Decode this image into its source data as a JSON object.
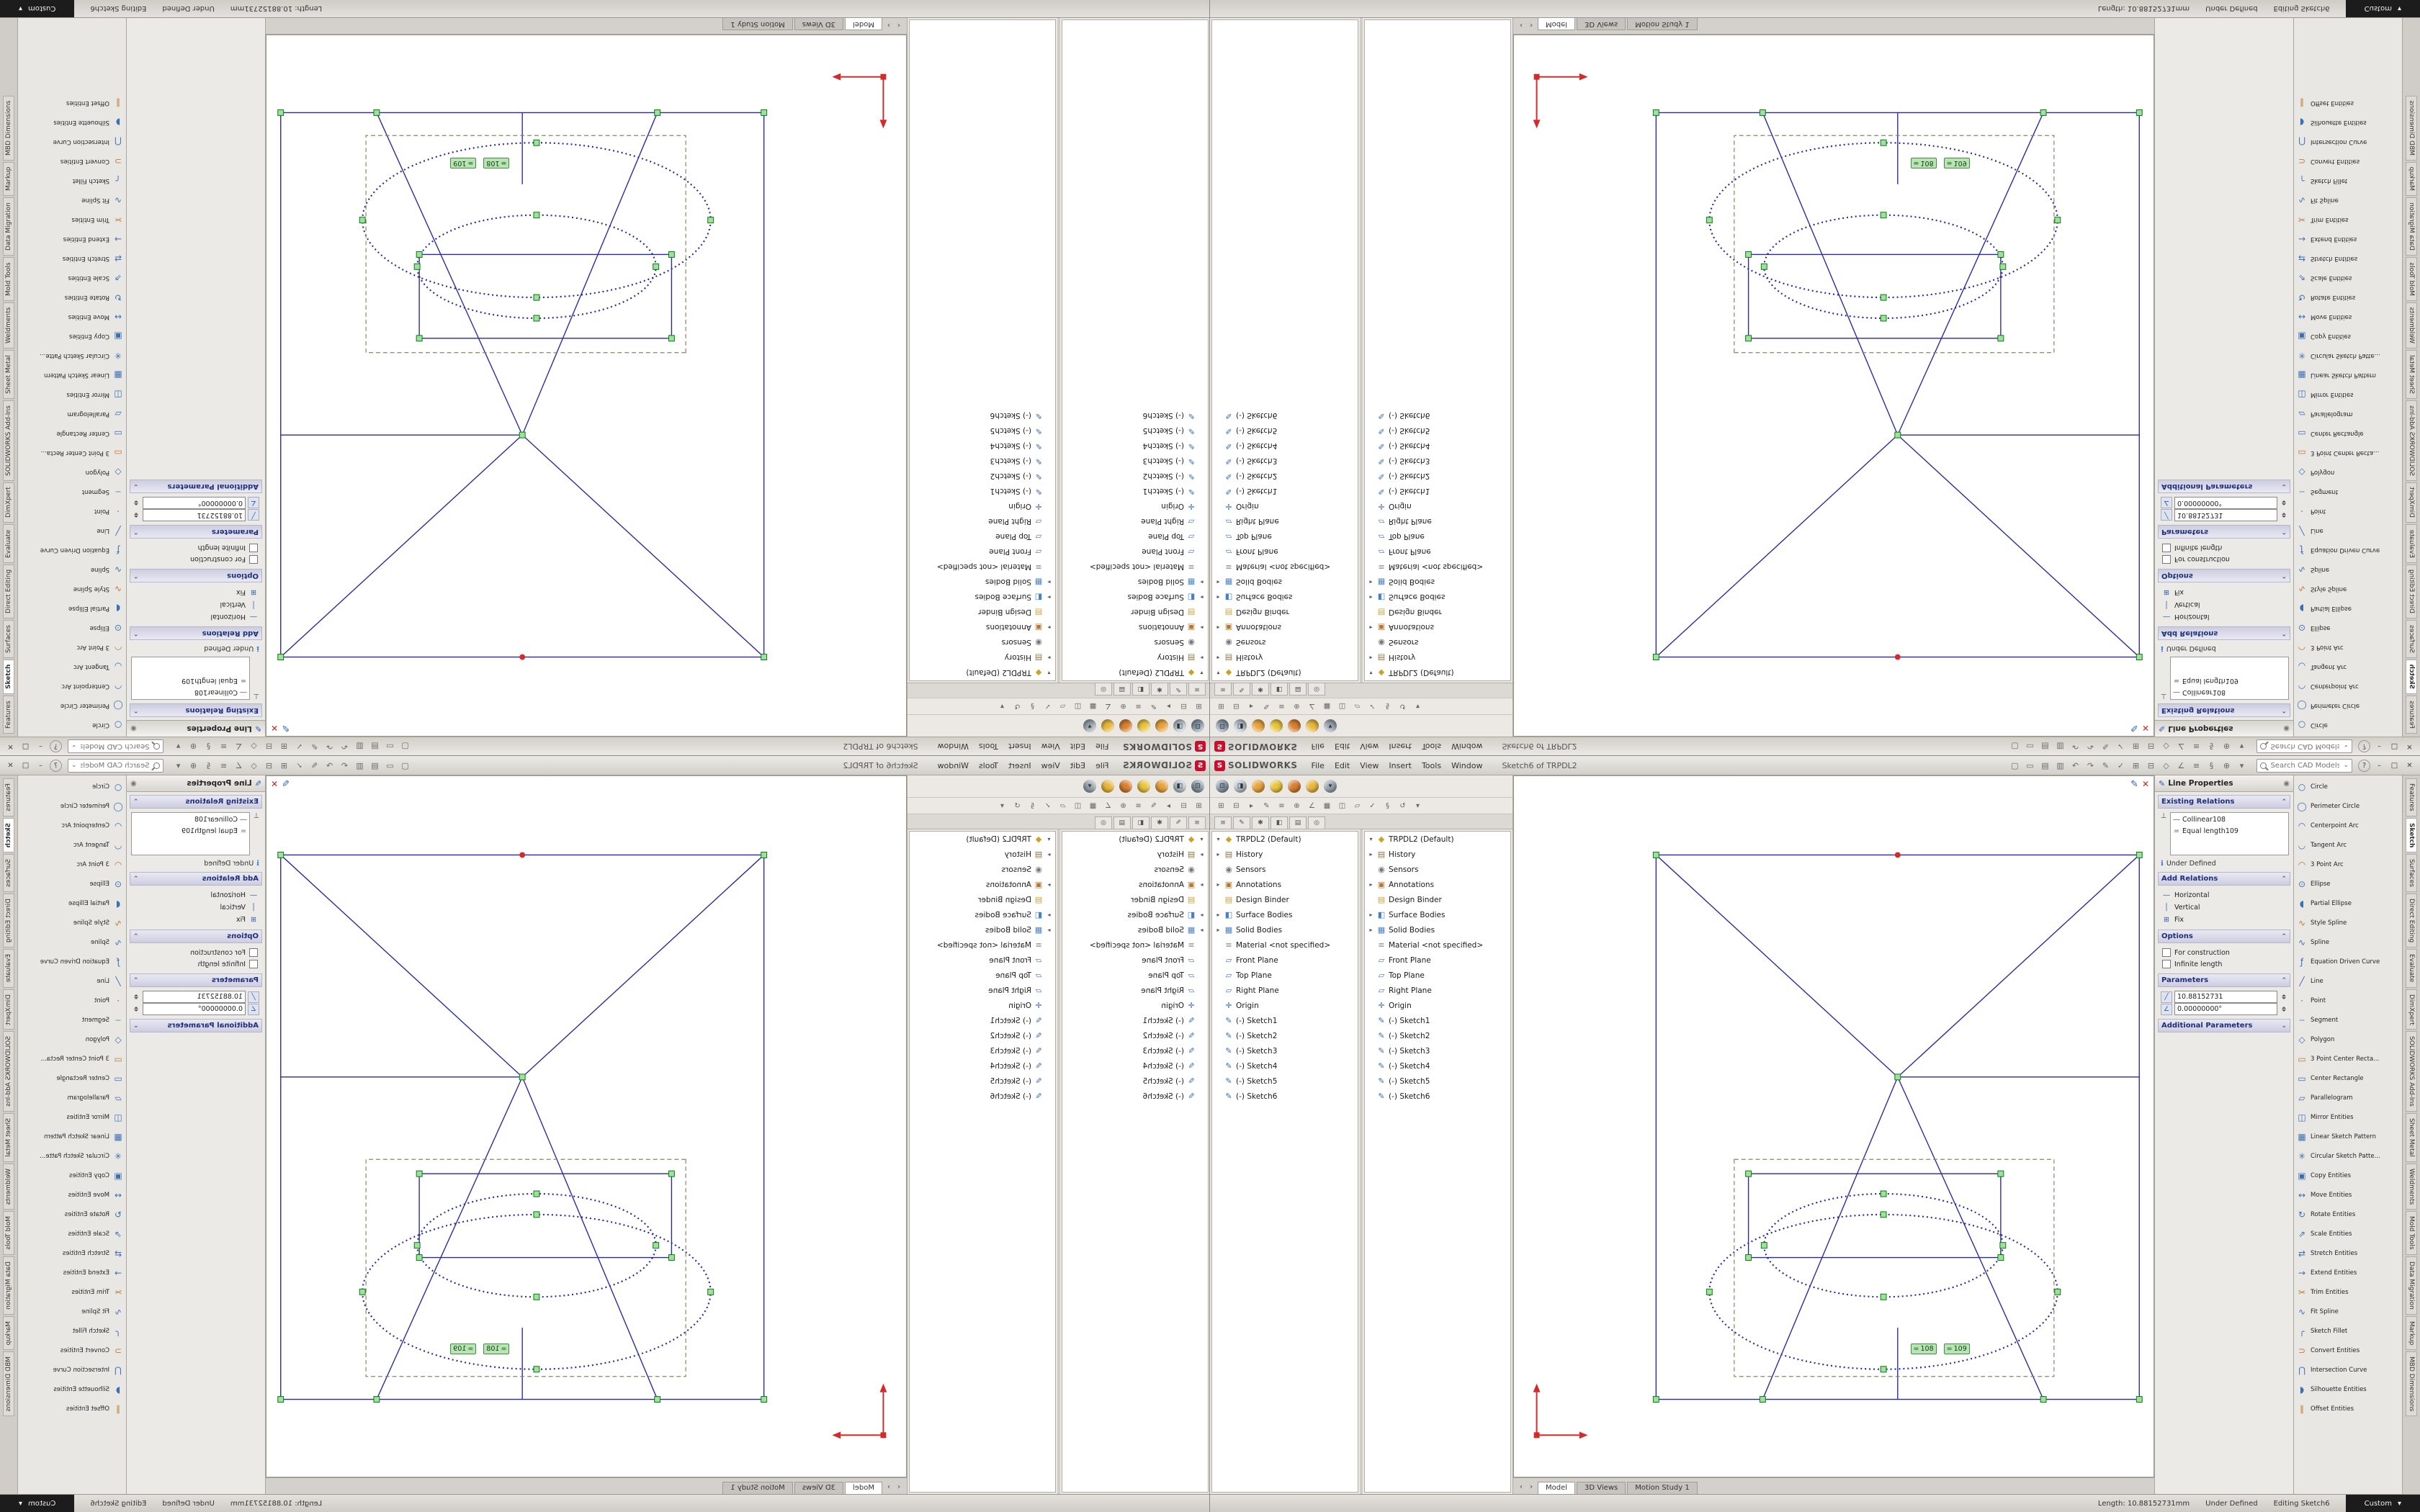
{
  "colors": {
    "accent_red": "#c8102e",
    "sketch_line": "#2b2ba0",
    "handle_green": "#00a14b",
    "badge_bg": "#b9e4b4",
    "badge_border": "#3f8f3f",
    "origin_red": "#d42a2a",
    "dash_brown": "#8f8360",
    "section_text": "#1d2f7c"
  },
  "window": {
    "logo": "SOLIDWORKS",
    "logo_mark": "S",
    "title": "Sketch6 of TRPDL2",
    "menus": [
      "File",
      "Edit",
      "View",
      "Insert",
      "Tools",
      "Window"
    ],
    "menu_icons": [
      {
        "glyph": "▢"
      },
      {
        "glyph": "▭"
      },
      {
        "glyph": "▤"
      },
      {
        "glyph": "▥"
      },
      {
        "glyph": "↶"
      },
      {
        "glyph": "↷"
      },
      {
        "glyph": "✎"
      },
      {
        "glyph": "✓"
      },
      {
        "glyph": "⊞"
      },
      {
        "glyph": "⊟"
      },
      {
        "glyph": "◇"
      },
      {
        "glyph": "∠"
      },
      {
        "glyph": "≡"
      },
      {
        "glyph": "§"
      },
      {
        "glyph": "⊕"
      },
      {
        "glyph": "▾"
      }
    ],
    "search": {
      "placeholder": "Search CAD Models"
    },
    "search_arrow": "⌄",
    "help": "?",
    "minimize": "–",
    "maximize": "□",
    "close": "✕"
  },
  "heads_up": {
    "icons": [
      {
        "name": "zoom-fit-icon",
        "glyph": "⊡",
        "color": "#8898a8"
      },
      {
        "name": "view-orientation-icon",
        "glyph": "◨",
        "color": "#b8c4d0"
      },
      {
        "name": "display-style-icon",
        "glyph": "",
        "color": "#e8a33d"
      },
      {
        "name": "hide-items-icon",
        "glyph": "",
        "color": "#e8c53d"
      },
      {
        "name": "appearance-icon",
        "glyph": "",
        "color": "#d77f2e"
      },
      {
        "name": "scene-icon",
        "glyph": "",
        "color": "#e8b83d"
      },
      {
        "name": "view-settings-icon",
        "glyph": "▾",
        "color": "#9aa4ae"
      }
    ]
  },
  "feature_tree": {
    "toolbar_icons": [
      {
        "glyph": "⊞"
      },
      {
        "glyph": "⊟"
      },
      {
        "glyph": "▸"
      },
      {
        "glyph": "✎"
      },
      {
        "glyph": "≡"
      },
      {
        "glyph": "⊕"
      },
      {
        "glyph": "∠"
      },
      {
        "glyph": "▦"
      },
      {
        "glyph": "◫"
      },
      {
        "glyph": "▱"
      },
      {
        "glyph": "✓"
      },
      {
        "glyph": "§"
      },
      {
        "glyph": "↺"
      },
      {
        "glyph": "▾"
      }
    ],
    "tab_icons": [
      {
        "glyph": "≡"
      },
      {
        "glyph": "✎"
      },
      {
        "glyph": "✱"
      },
      {
        "glyph": "◧"
      },
      {
        "glyph": "▤"
      },
      {
        "glyph": "◎"
      }
    ],
    "items": [
      {
        "caret": "▾",
        "glyph": "◆",
        "color": "#c9a227",
        "label": "TRPDL2 (Default)"
      },
      {
        "caret": "▸",
        "glyph": "▤",
        "color": "#8a7340",
        "label": "History"
      },
      {
        "caret": "",
        "glyph": "◉",
        "color": "#777777",
        "label": "Sensors"
      },
      {
        "caret": "▸",
        "glyph": "▣",
        "color": "#b07830",
        "label": "Annotations"
      },
      {
        "caret": "",
        "glyph": "▤",
        "color": "#caa23a",
        "label": "Design Binder"
      },
      {
        "caret": "▸",
        "glyph": "◧",
        "color": "#4a81c4",
        "label": "Surface Bodies"
      },
      {
        "caret": "▸",
        "glyph": "▦",
        "color": "#4a81c4",
        "label": "Solid Bodies"
      },
      {
        "caret": "",
        "glyph": "≡",
        "color": "#888888",
        "label": "Material <not specified>"
      },
      {
        "caret": "",
        "glyph": "▱",
        "color": "#4a72b8",
        "label": "Front Plane"
      },
      {
        "caret": "",
        "glyph": "▱",
        "color": "#4a72b8",
        "label": "Top Plane"
      },
      {
        "caret": "",
        "glyph": "▱",
        "color": "#4a72b8",
        "label": "Right Plane"
      },
      {
        "caret": "",
        "glyph": "✛",
        "color": "#3a66b0",
        "label": "Origin"
      },
      {
        "caret": "",
        "glyph": "✎",
        "color": "#3a6ea5",
        "label": "(-) Sketch1"
      },
      {
        "caret": "",
        "glyph": "✎",
        "color": "#3a6ea5",
        "label": "(-) Sketch2"
      },
      {
        "caret": "",
        "glyph": "✎",
        "color": "#3a6ea5",
        "label": "(-) Sketch3"
      },
      {
        "caret": "",
        "glyph": "✎",
        "color": "#3a6ea5",
        "label": "(-) Sketch4"
      },
      {
        "caret": "",
        "glyph": "✎",
        "color": "#3a6ea5",
        "label": "(-) Sketch5"
      },
      {
        "caret": "",
        "glyph": "✎",
        "color": "#3a6ea5",
        "label": "(-) Sketch6"
      }
    ]
  },
  "viewport": {
    "relations": [
      {
        "glyph": "=",
        "label": "108"
      },
      {
        "glyph": "=",
        "label": "109"
      }
    ],
    "confirm_icons": {
      "accept": "✎",
      "cancel": "✕"
    }
  },
  "property_panel": {
    "title": "Line Properties",
    "header_icon": "✎",
    "help_icon": "◉",
    "chevron_up": "⌃",
    "chevron_down": "⌄",
    "existing_relations": {
      "label": "Existing Relations",
      "gutter_icon": "⊥",
      "items": [
        {
          "glyph": "―",
          "label": "Collinear108"
        },
        {
          "glyph": "=",
          "label": "Equal length109"
        }
      ]
    },
    "information": {
      "icon": "ℹ",
      "status": "Under Defined"
    },
    "add_relations": {
      "label": "Add Relations",
      "items": [
        {
          "glyph": "―",
          "label": "Horizontal"
        },
        {
          "glyph": "│",
          "label": "Vertical"
        },
        {
          "glyph": "⊞",
          "label": "Fix"
        }
      ]
    },
    "options": {
      "label": "Options",
      "items": [
        {
          "label": "For construction"
        },
        {
          "label": "Infinite length"
        }
      ]
    },
    "parameters": {
      "label": "Parameters",
      "items": [
        {
          "glyph": "╱",
          "value": "10.88152731"
        },
        {
          "glyph": "∠",
          "value": "0.00000000°"
        }
      ]
    },
    "additional_parameters": {
      "label": "Additional Parameters"
    }
  },
  "sketch_tools": {
    "items": [
      {
        "glyph": "○",
        "color": "#3a6fb5",
        "label": "Circle"
      },
      {
        "glyph": "◯",
        "color": "#3a6fb5",
        "label": "Perimeter Circle"
      },
      {
        "glyph": "◠",
        "color": "#3a6fb5",
        "label": "Centerpoint Arc"
      },
      {
        "glyph": "◡",
        "color": "#3a6fb5",
        "label": "Tangent Arc"
      },
      {
        "glyph": "◠",
        "color": "#c07830",
        "label": "3 Point Arc"
      },
      {
        "glyph": "⊙",
        "color": "#3a6fb5",
        "label": "Ellipse"
      },
      {
        "glyph": "◖",
        "color": "#3a6fb5",
        "label": "Partial Ellipse"
      },
      {
        "glyph": "∿",
        "color": "#c07830",
        "label": "Style Spline"
      },
      {
        "glyph": "∿",
        "color": "#3a6fb5",
        "label": "Spline"
      },
      {
        "glyph": "ƒ",
        "color": "#3a6fb5",
        "label": "Equation Driven Curve"
      },
      {
        "glyph": "╱",
        "color": "#3a6fb5",
        "label": "Line"
      },
      {
        "glyph": "·",
        "color": "#3a6fb5",
        "label": "Point"
      },
      {
        "glyph": "┄",
        "color": "#3a6fb5",
        "label": "Segment"
      },
      {
        "glyph": "◇",
        "color": "#3a6fb5",
        "label": "Polygon"
      },
      {
        "glyph": "▭",
        "color": "#c07830",
        "label": "3 Point Center Recta..."
      },
      {
        "glyph": "▭",
        "color": "#3a6fb5",
        "label": "Center Rectangle"
      },
      {
        "glyph": "▱",
        "color": "#3a6fb5",
        "label": "Parallelogram"
      },
      {
        "glyph": "◫",
        "color": "#3a6fb5",
        "label": "Mirror Entities"
      },
      {
        "glyph": "▦",
        "color": "#3a6fb5",
        "label": "Linear Sketch Pattern"
      },
      {
        "glyph": "✳",
        "color": "#3a6fb5",
        "label": "Circular Sketch Patte..."
      },
      {
        "glyph": "▣",
        "color": "#3a6fb5",
        "label": "Copy Entities"
      },
      {
        "glyph": "↔",
        "color": "#3a6fb5",
        "label": "Move Entities"
      },
      {
        "glyph": "↻",
        "color": "#3a6fb5",
        "label": "Rotate Entities"
      },
      {
        "glyph": "⇗",
        "color": "#3a6fb5",
        "label": "Scale Entities"
      },
      {
        "glyph": "⇄",
        "color": "#3a6fb5",
        "label": "Stretch Entities"
      },
      {
        "glyph": "→",
        "color": "#3a6fb5",
        "label": "Extend Entities"
      },
      {
        "glyph": "✂",
        "color": "#c07830",
        "label": "Trim Entities"
      },
      {
        "glyph": "∿",
        "color": "#3a6fb5",
        "label": "Fit Spline"
      },
      {
        "glyph": "╭",
        "color": "#3a6fb5",
        "label": "Sketch Fillet"
      },
      {
        "glyph": "⊃",
        "color": "#c07830",
        "label": "Convert Entities"
      },
      {
        "glyph": "⋂",
        "color": "#3a6fb5",
        "label": "Intersection Curve"
      },
      {
        "glyph": "◗",
        "color": "#3a6fb5",
        "label": "Silhouette Entities"
      },
      {
        "glyph": "∥",
        "color": "#c07830",
        "label": "Offset Entities"
      }
    ]
  },
  "command_tabs": {
    "items": [
      {
        "label": "Features"
      },
      {
        "label": "Sketch",
        "active": true
      },
      {
        "label": "Surfaces"
      },
      {
        "label": "Direct Editing"
      },
      {
        "label": "Evaluate"
      },
      {
        "label": "DimXpert"
      },
      {
        "label": "SOLIDWORKS Add-Ins"
      },
      {
        "label": "Sheet Metal"
      },
      {
        "label": "Weldments"
      },
      {
        "label": "Mold Tools"
      },
      {
        "label": "Data Migration"
      },
      {
        "label": "Markup"
      },
      {
        "label": "MBD Dimensions"
      }
    ]
  },
  "doc_tabs": {
    "nav": [
      {
        "glyph": "‹"
      },
      {
        "glyph": "›"
      }
    ],
    "items": [
      {
        "label": "Model",
        "active": true
      },
      {
        "label": "3D Views"
      },
      {
        "label": "Motion Study 1"
      }
    ]
  },
  "status_bar": {
    "length": "Length: 10.88152731mm",
    "state": "Under Defined",
    "editing": "Editing Sketch6",
    "units": "Custom",
    "units_arrow": "▾"
  }
}
